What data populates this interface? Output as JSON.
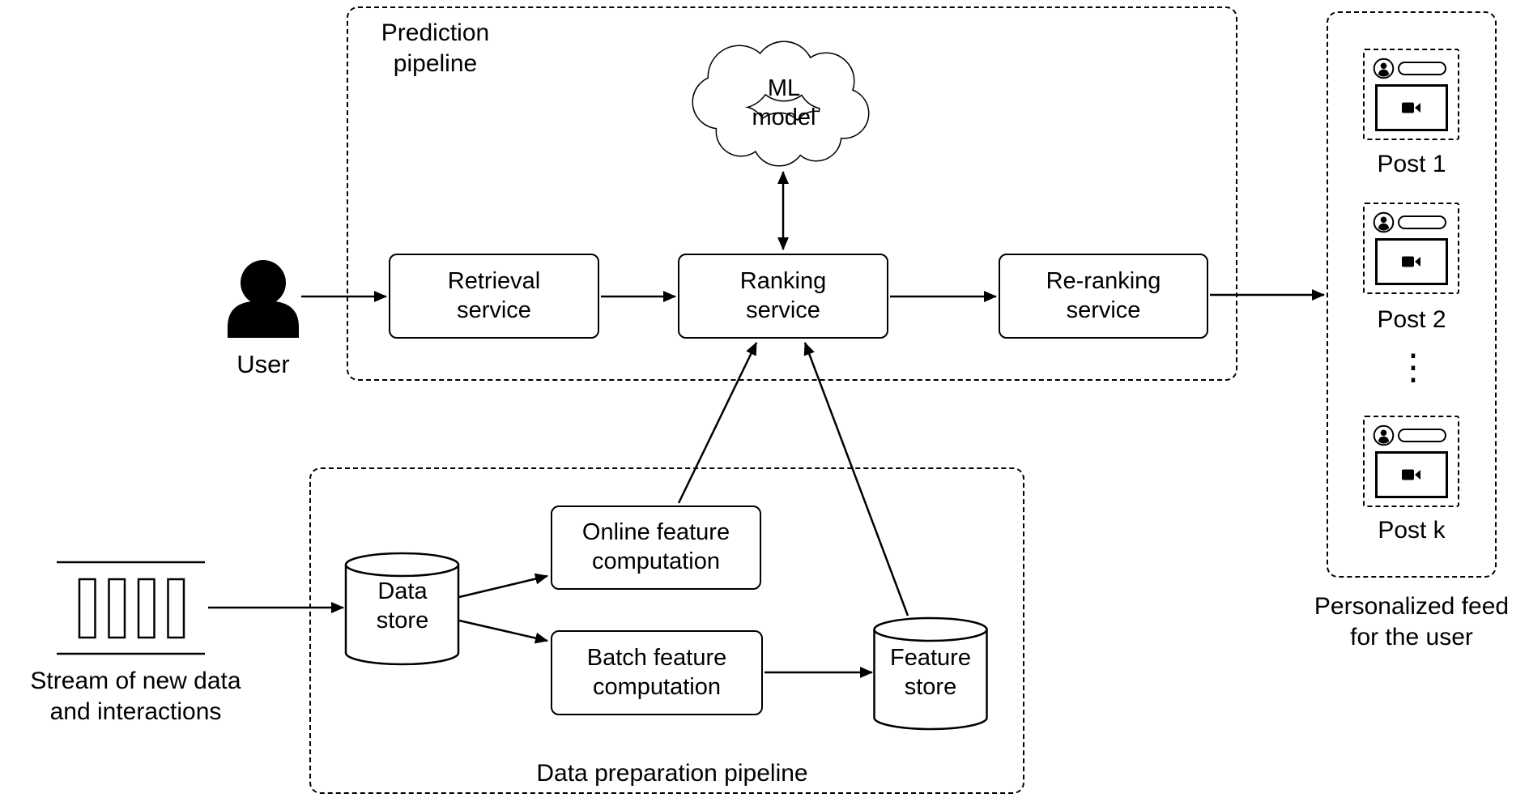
{
  "prediction_pipeline": {
    "label": "Prediction pipeline",
    "ml_model_label": "ML model",
    "retrieval_label": "Retrieval service",
    "ranking_label": "Ranking service",
    "reranking_label": "Re-ranking service"
  },
  "data_preparation_pipeline": {
    "label": "Data preparation pipeline",
    "data_store_label": "Data store",
    "online_feature_label": "Online feature computation",
    "batch_feature_label": "Batch feature computation",
    "feature_store_label": "Feature store"
  },
  "inputs": {
    "user_label": "User",
    "stream_label": "Stream of new data and interactions"
  },
  "feed": {
    "caption": "Personalized feed for the user",
    "posts": [
      {
        "label": "Post 1"
      },
      {
        "label": "Post 2"
      },
      {
        "label": "Post k"
      }
    ],
    "more_indicator": "⋮"
  },
  "edges": [
    {
      "from": "User",
      "to": "Retrieval service",
      "bidirectional": false
    },
    {
      "from": "Retrieval service",
      "to": "Ranking service",
      "bidirectional": false
    },
    {
      "from": "Ranking service",
      "to": "ML model",
      "bidirectional": true
    },
    {
      "from": "Ranking service",
      "to": "Re-ranking service",
      "bidirectional": false
    },
    {
      "from": "Re-ranking service",
      "to": "Personalized feed for the user",
      "bidirectional": false
    },
    {
      "from": "Stream of new data and interactions",
      "to": "Data store",
      "bidirectional": false
    },
    {
      "from": "Data store",
      "to": "Online feature computation",
      "bidirectional": false
    },
    {
      "from": "Data store",
      "to": "Batch feature computation",
      "bidirectional": false
    },
    {
      "from": "Batch feature computation",
      "to": "Feature store",
      "bidirectional": false
    },
    {
      "from": "Online feature computation",
      "to": "Ranking service",
      "bidirectional": false
    },
    {
      "from": "Feature store",
      "to": "Ranking service",
      "bidirectional": false
    }
  ],
  "icons": {
    "user": "user-icon",
    "ml_model": "cloud-shape",
    "data_store": "database-cylinder",
    "feature_store": "database-cylinder",
    "stream": "stream-queue-icon",
    "post_avatar": "avatar-icon",
    "post_media": "video-camera-icon",
    "more_posts": "vertical-ellipsis"
  },
  "colors": {
    "stroke": "#000000",
    "background": "#ffffff",
    "text": "#000000"
  }
}
